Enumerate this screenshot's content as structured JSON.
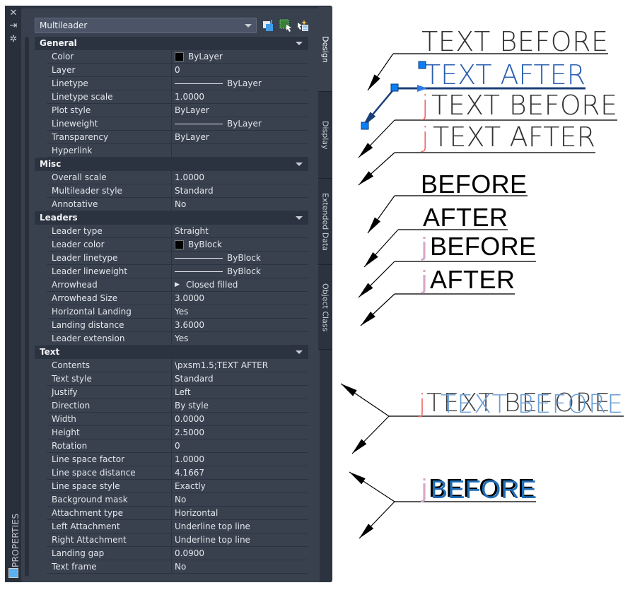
{
  "palette": {
    "title": "PROPERTIES",
    "selector": "Multileader",
    "tabs": [
      "Design",
      "Display",
      "Extended Data",
      "Object Class"
    ],
    "categories": [
      {
        "name": "General",
        "rows": [
          [
            "Color",
            "ByLayer",
            "swatch"
          ],
          [
            "Layer",
            "0",
            ""
          ],
          [
            "Linetype",
            "ByLayer",
            "line"
          ],
          [
            "Linetype scale",
            "1.0000",
            ""
          ],
          [
            "Plot style",
            "ByLayer",
            ""
          ],
          [
            "Lineweight",
            "ByLayer",
            "line"
          ],
          [
            "Transparency",
            "ByLayer",
            ""
          ],
          [
            "Hyperlink",
            "",
            ""
          ]
        ]
      },
      {
        "name": "Misc",
        "rows": [
          [
            "Overall scale",
            "1.0000",
            ""
          ],
          [
            "Multileader style",
            "Standard",
            ""
          ],
          [
            "Annotative",
            "No",
            ""
          ]
        ]
      },
      {
        "name": "Leaders",
        "rows": [
          [
            "Leader type",
            "Straight",
            ""
          ],
          [
            "Leader color",
            "ByBlock",
            "swatch"
          ],
          [
            "Leader linetype",
            "ByBlock",
            "line"
          ],
          [
            "Leader lineweight",
            "ByBlock",
            "line"
          ],
          [
            "Arrowhead",
            "Closed filled",
            "arrow"
          ],
          [
            "Arrowhead Size",
            "3.0000",
            ""
          ],
          [
            "Horizontal Landing",
            "Yes",
            ""
          ],
          [
            "Landing distance",
            "3.6000",
            ""
          ],
          [
            "Leader extension",
            "Yes",
            ""
          ]
        ]
      },
      {
        "name": "Text",
        "rows": [
          [
            "Contents",
            "\\pxsm1.5;TEXT AFTER",
            ""
          ],
          [
            "Text style",
            "Standard",
            ""
          ],
          [
            "Justify",
            "Left",
            ""
          ],
          [
            "Direction",
            "By style",
            ""
          ],
          [
            "Width",
            "0.0000",
            ""
          ],
          [
            "Height",
            "2.5000",
            ""
          ],
          [
            "Rotation",
            "0",
            ""
          ],
          [
            "Line space factor",
            "1.0000",
            ""
          ],
          [
            "Line space distance",
            "4.1667",
            ""
          ],
          [
            "Line space style",
            "Exactly",
            ""
          ],
          [
            "Background mask",
            "No",
            ""
          ],
          [
            "Attachment type",
            "Horizontal",
            ""
          ],
          [
            "Left Attachment",
            "Underline top line",
            ""
          ],
          [
            "Right Attachment",
            "Underline top line",
            ""
          ],
          [
            "Landing gap",
            "0.0900",
            ""
          ],
          [
            "Text frame",
            "No",
            ""
          ]
        ]
      }
    ]
  },
  "drawing": {
    "t1": "TEXT BEFORE",
    "t2": "TEXT AFTER",
    "t3": "TEXT BEFORE",
    "t4": "TEXT AFTER",
    "t5": "BEFORE",
    "t6": "AFTER",
    "t7": "BEFORE",
    "t8": "AFTER",
    "t9a": "TEXT BEFORE",
    "t9b": "TEXT BEFORE",
    "t10": "BEFORE",
    "j": "j",
    "colors": {
      "selected": "#2a6fcf",
      "grip": "#0a7ff5",
      "j_red": "#f06a6a",
      "j_pink": "#d8a8cc",
      "blue_text": "#1f6fb8"
    }
  }
}
